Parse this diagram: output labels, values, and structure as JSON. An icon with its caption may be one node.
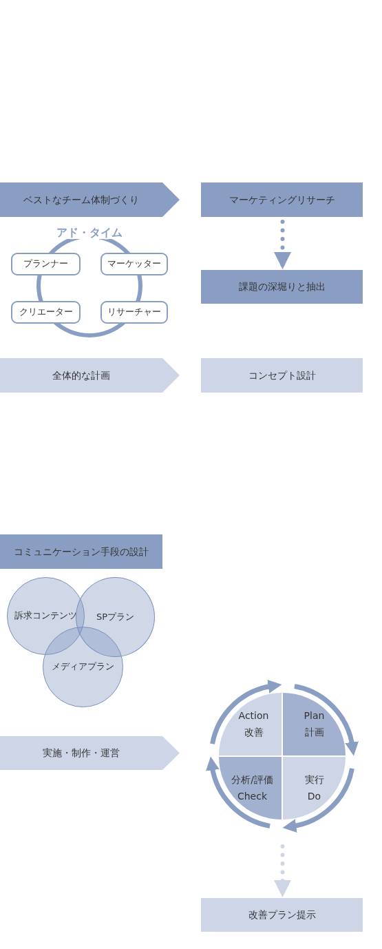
{
  "diagram": {
    "nodes": [
      {
        "text": [
          "ベストなチーム体制づくり"
        ]
      },
      {
        "text": [
          "マーケティングリサーチ"
        ]
      },
      {
        "text": [
          "課題の深堀りと抽出"
        ]
      },
      {
        "text": [
          "アド・タイム"
        ]
      },
      {
        "text": [
          "プランナー"
        ]
      },
      {
        "text": [
          "マーケッター"
        ]
      },
      {
        "text": [
          "クリエーター"
        ]
      },
      {
        "text": [
          "リサーチャー"
        ]
      },
      {
        "text": [
          "全体的な計画"
        ]
      },
      {
        "text": [
          "コンセプト設計"
        ]
      },
      {
        "text": [
          "コミュニケーション手段の設計"
        ]
      },
      {
        "text": [
          "訴求コンテンツ"
        ]
      },
      {
        "text": [
          "SPプラン"
        ]
      },
      {
        "text": [
          "メディアプラン"
        ]
      },
      {
        "text": [
          "実施・制作・運営"
        ]
      },
      {
        "text": [
          "Action",
          "改善"
        ]
      },
      {
        "text": [
          "Plan",
          "計画"
        ]
      },
      {
        "text": [
          "分析/評価",
          "Check"
        ]
      },
      {
        "text": [
          "実行",
          "Do"
        ]
      },
      {
        "text": [
          "改善プラン提示"
        ]
      }
    ],
    "edges": [
      {
        "from": 1,
        "to": 2,
        "arrow": "to",
        "style": "dashed"
      },
      {
        "from": 15,
        "to": 16,
        "arrow": "to"
      },
      {
        "from": 16,
        "to": 18,
        "arrow": "to"
      },
      {
        "from": 18,
        "to": 17,
        "arrow": "to"
      },
      {
        "from": 17,
        "to": 15,
        "arrow": "to"
      },
      {
        "from": null,
        "to": 19,
        "arrow": "to",
        "style": "dashed",
        "color": "#cdd5e6"
      }
    ]
  }
}
